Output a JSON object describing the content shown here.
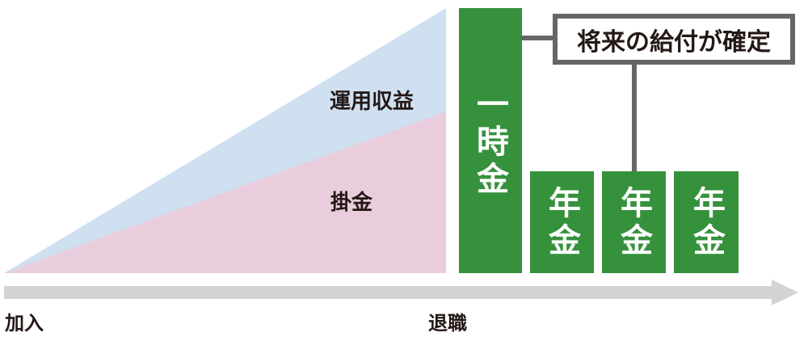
{
  "labels": {
    "returns": "運用収益",
    "contributions": "掛金",
    "lump_sum": "一時金",
    "pension": "年金",
    "benefit_fixed": "将来の給付が確定",
    "join": "加入",
    "retire": "退職"
  },
  "colors": {
    "returns_fill": "#cfe0f1",
    "contributions_fill": "#e9cddc",
    "benefit_green": "#35913c",
    "connector_gray": "#666666",
    "axis_gray": "#d3d3d3",
    "text": "#231815"
  },
  "pension_payments": [
    "年金",
    "年金",
    "年金"
  ]
}
